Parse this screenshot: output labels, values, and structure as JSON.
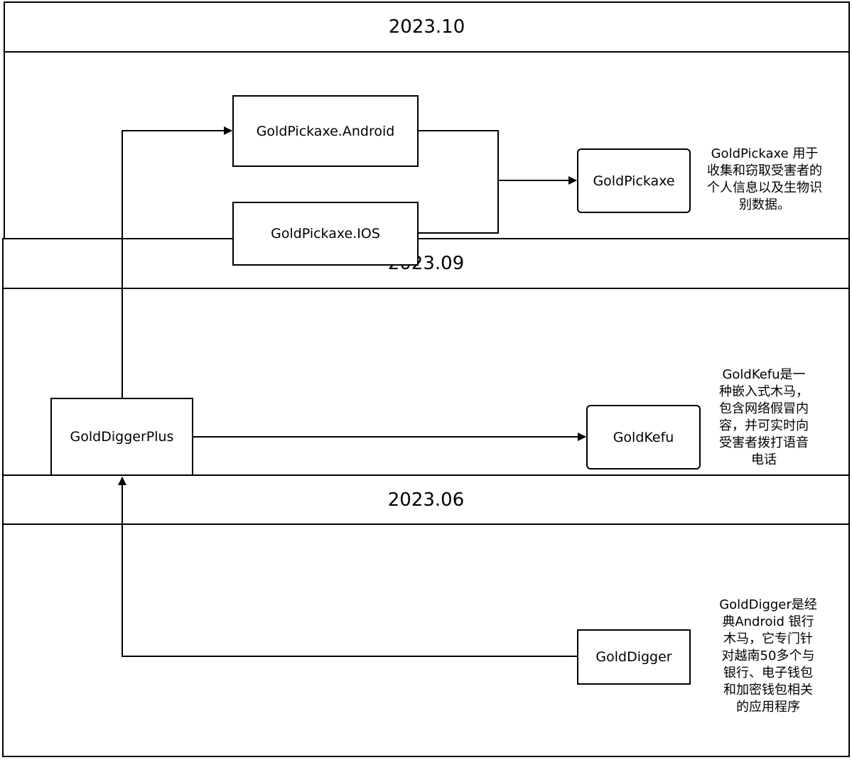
{
  "lanes": {
    "lane_2023_10": "2023.10",
    "lane_2023_09": "2023.09",
    "lane_2023_06": "2023.06"
  },
  "nodes": {
    "goldpickaxe_android": "GoldPickaxe.Android",
    "goldpickaxe_ios": "GoldPickaxe.IOS",
    "goldpickaxe": "GoldPickaxe",
    "golddiggerplus": "GoldDiggerPlus",
    "goldkefu": "GoldKefu",
    "golddigger": "GoldDigger"
  },
  "notes": {
    "goldpickaxe_note": "GoldPickaxe 用于\n收集和窃取受害者的\n个人信息以及生物识\n别数据。",
    "goldkefu_note": "GoldKefu是一\n种嵌入式木马，\n包含网络假冒内\n容，并可实时向\n受害者拨打语音\n电话",
    "golddigger_note": "GoldDigger是经\n典Android 银行\n木马，它专门针\n对越南50多个与\n银行、电子钱包\n和加密钱包相关\n的应用程序"
  }
}
